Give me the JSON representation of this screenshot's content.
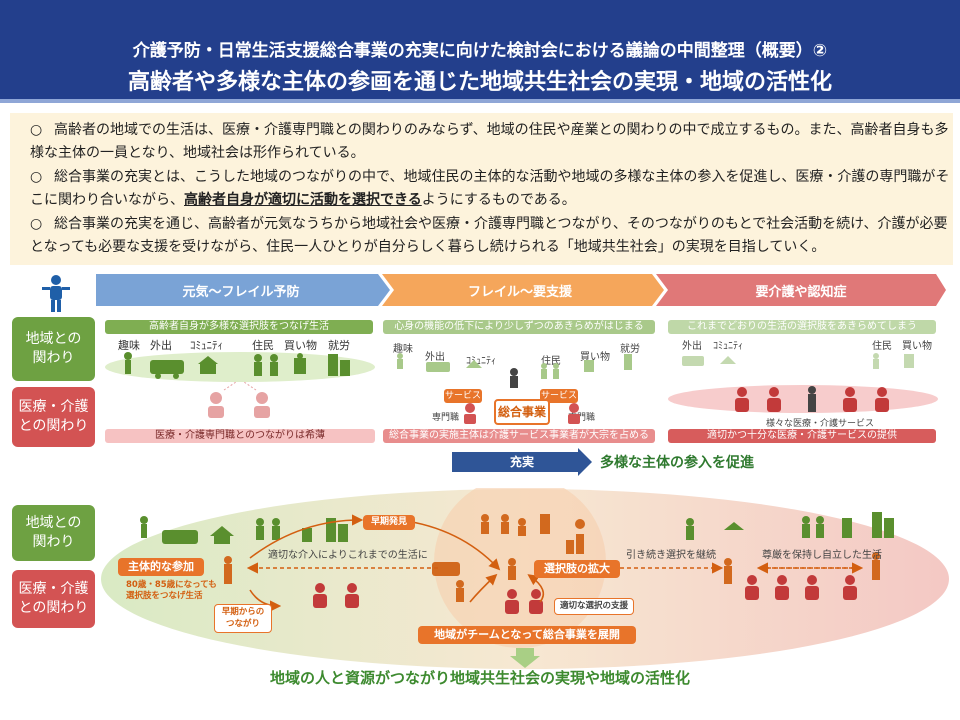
{
  "header": {
    "subtitle": "介護予防・日常生活支援総合事業の充実に向けた検討会における議論の中間整理（概要）②",
    "title": "高齢者や多様な主体の参画を通じた地域共生社会の実現・地域の活性化"
  },
  "summary": {
    "marker": "○",
    "b1": "高齢者の地域での生活は、医療・介護専門職との関わりのみならず、地域の住民や産業との関わりの中で成立するもの。また、高齢者自身も多様な主体の一員となり、地域社会は形作られている。",
    "b2_pre": "総合事業の充実とは、こうした地域のつながりの中で、地域住民の主体的な活動や地域の多様な主体の参入を促進し、医療・介護の専門職がそこに関わり合いながら、",
    "b2_em": "高齢者自身が適切に活動を選択できる",
    "b2_post": "ようにするものである。",
    "b3": "総合事業の充実を通じ、高齢者が元気なうちから地域社会や医療・介護専門職とつながり、そのつながりのもとで社会活動を続け、介護が必要となっても必要な支援を受けながら、住民一人ひとりが自分らしく暮らし続けられる「地域共生社会」の実現を目指していく。"
  },
  "stages": [
    "元気～フレイル予防",
    "フレイル～要支援",
    "要介護や認知症"
  ],
  "sides": {
    "community": "地域との\n関わり",
    "medical": "医療・介護\nとの関わり"
  },
  "current": {
    "s1_top": "高齢者自身が多様な選択肢をつなげ生活",
    "s2_top": "心身の機能の低下により少しずつのあきらめがはじまる",
    "s3_top": "これまでどおりの生活の選択肢をあきらめてしまう",
    "s1_bottom": "医療・介護専門職とのつながりは希薄",
    "s2_bottom": "総合事業の実施主体は介護サービス事業者が大宗を占める",
    "s3_bottom": "適切かつ十分な医療・介護サービスの提供",
    "s1_items": [
      "趣味",
      "外出",
      "ｺﾐｭﾆﾃｨ",
      "住民",
      "買い物",
      "就労"
    ],
    "s2_items": [
      "趣味",
      "外出",
      "ｺﾐｭﾆﾃｨ",
      "住民",
      "買い物",
      "就労"
    ],
    "s3_items": [
      "外出",
      "ｺﾐｭﾆﾃｨ",
      "住民",
      "買い物"
    ],
    "service_l": "サービス",
    "service_r": "サービス",
    "pro_l": "専門職",
    "pro_r": "専門職",
    "sogo": "総合事業",
    "various": "様々な医療・介護サービス"
  },
  "transition": {
    "arrow": "充実",
    "text": "多様な主体の参入を促進"
  },
  "future": {
    "early_detect": "早期発見",
    "active": "主体的な参加",
    "age_note": "80歳・85歳になっても\n選択肢をつなげ生活",
    "early_connect": "早期からの\nつながり",
    "intervention": "適切な介入によりこれまでの生活に",
    "expand": "選択肢の拡大",
    "continue": "引き続き選択を継続",
    "dignity": "尊厳を保持し自立した生活",
    "support": "適切な選択の支援",
    "team": "地域がチームとなって総合事業を展開"
  },
  "footer": "地域の人と資源がつながり地域共生社会の実現や地域の活性化",
  "colors": {
    "header": "#233f8c",
    "stage1": "#7aa3d6",
    "stage2": "#f5a65b",
    "stage3": "#e07878",
    "green": "#6ea142",
    "red": "#d35353",
    "orange": "#ec7a1c"
  }
}
